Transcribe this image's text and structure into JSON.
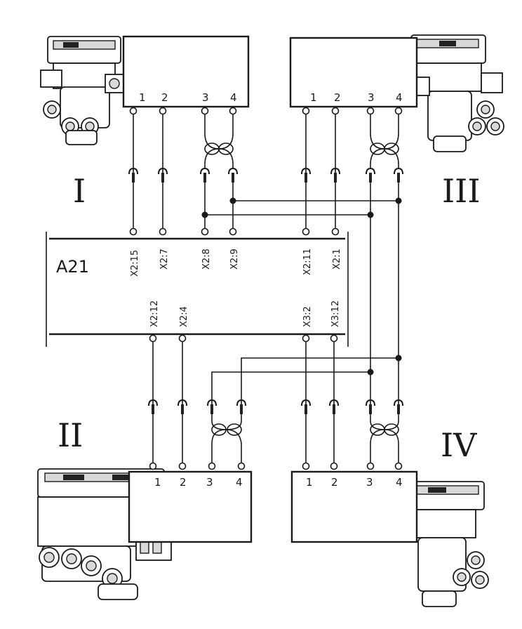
{
  "modules": [
    {
      "id": "I",
      "label": "I",
      "pins": [
        "1",
        "2",
        "3",
        "4"
      ]
    },
    {
      "id": "II",
      "label": "II",
      "pins": [
        "1",
        "2",
        "3",
        "4"
      ]
    },
    {
      "id": "III",
      "label": "III",
      "pins": [
        "1",
        "2",
        "3",
        "4"
      ]
    },
    {
      "id": "IV",
      "label": "IV",
      "pins": [
        "1",
        "2",
        "3",
        "4"
      ]
    }
  ],
  "ecu": {
    "label": "A21",
    "top_connectors": [
      "X2:15",
      "X2:7",
      "X2:8",
      "X2:9",
      "X2:11",
      "X2:1"
    ],
    "bottom_connectors": [
      "X2:12",
      "X2:4",
      "X3:2",
      "X3:12"
    ]
  },
  "icons": [
    "pressure-modulator-valve-icon",
    "twisted-pair-icon",
    "plug-connector-icon"
  ],
  "colors": {
    "line": "#1a1a1a",
    "background": "#ffffff"
  }
}
